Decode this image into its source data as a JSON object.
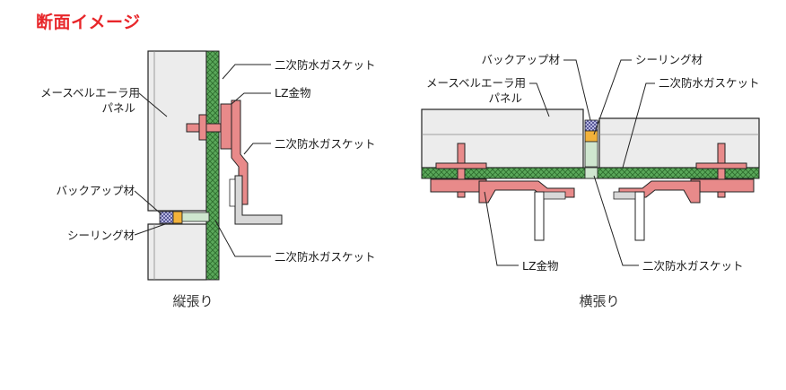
{
  "title": "断面イメージ",
  "colors": {
    "title": "#e8262a",
    "panel_fill": "#ececec",
    "gasket_green": "#4fa94f",
    "metal_pink": "#e88a8a",
    "backup_purple": "#8c8cc8",
    "sealing_orange": "#f2b23a",
    "outline": "#222222"
  },
  "vertical": {
    "caption": "縦張り",
    "labels": {
      "panel_line1": "メースベルエーラ用",
      "panel_line2": "パネル",
      "backup": "バックアップ材",
      "sealing": "シーリング材",
      "gasket_top": "二次防水ガスケット",
      "lz": "LZ金物",
      "gasket_mid": "二次防水ガスケット",
      "gasket_bottom": "二次防水ガスケット"
    }
  },
  "horizontal": {
    "caption": "横張り",
    "labels": {
      "backup": "バックアップ材",
      "sealing": "シーリング材",
      "panel_line1": "メースベルエーラ用",
      "panel_line2": "パネル",
      "gasket_top": "二次防水ガスケット",
      "lz": "LZ金物",
      "gasket_bottom": "二次防水ガスケット"
    }
  }
}
